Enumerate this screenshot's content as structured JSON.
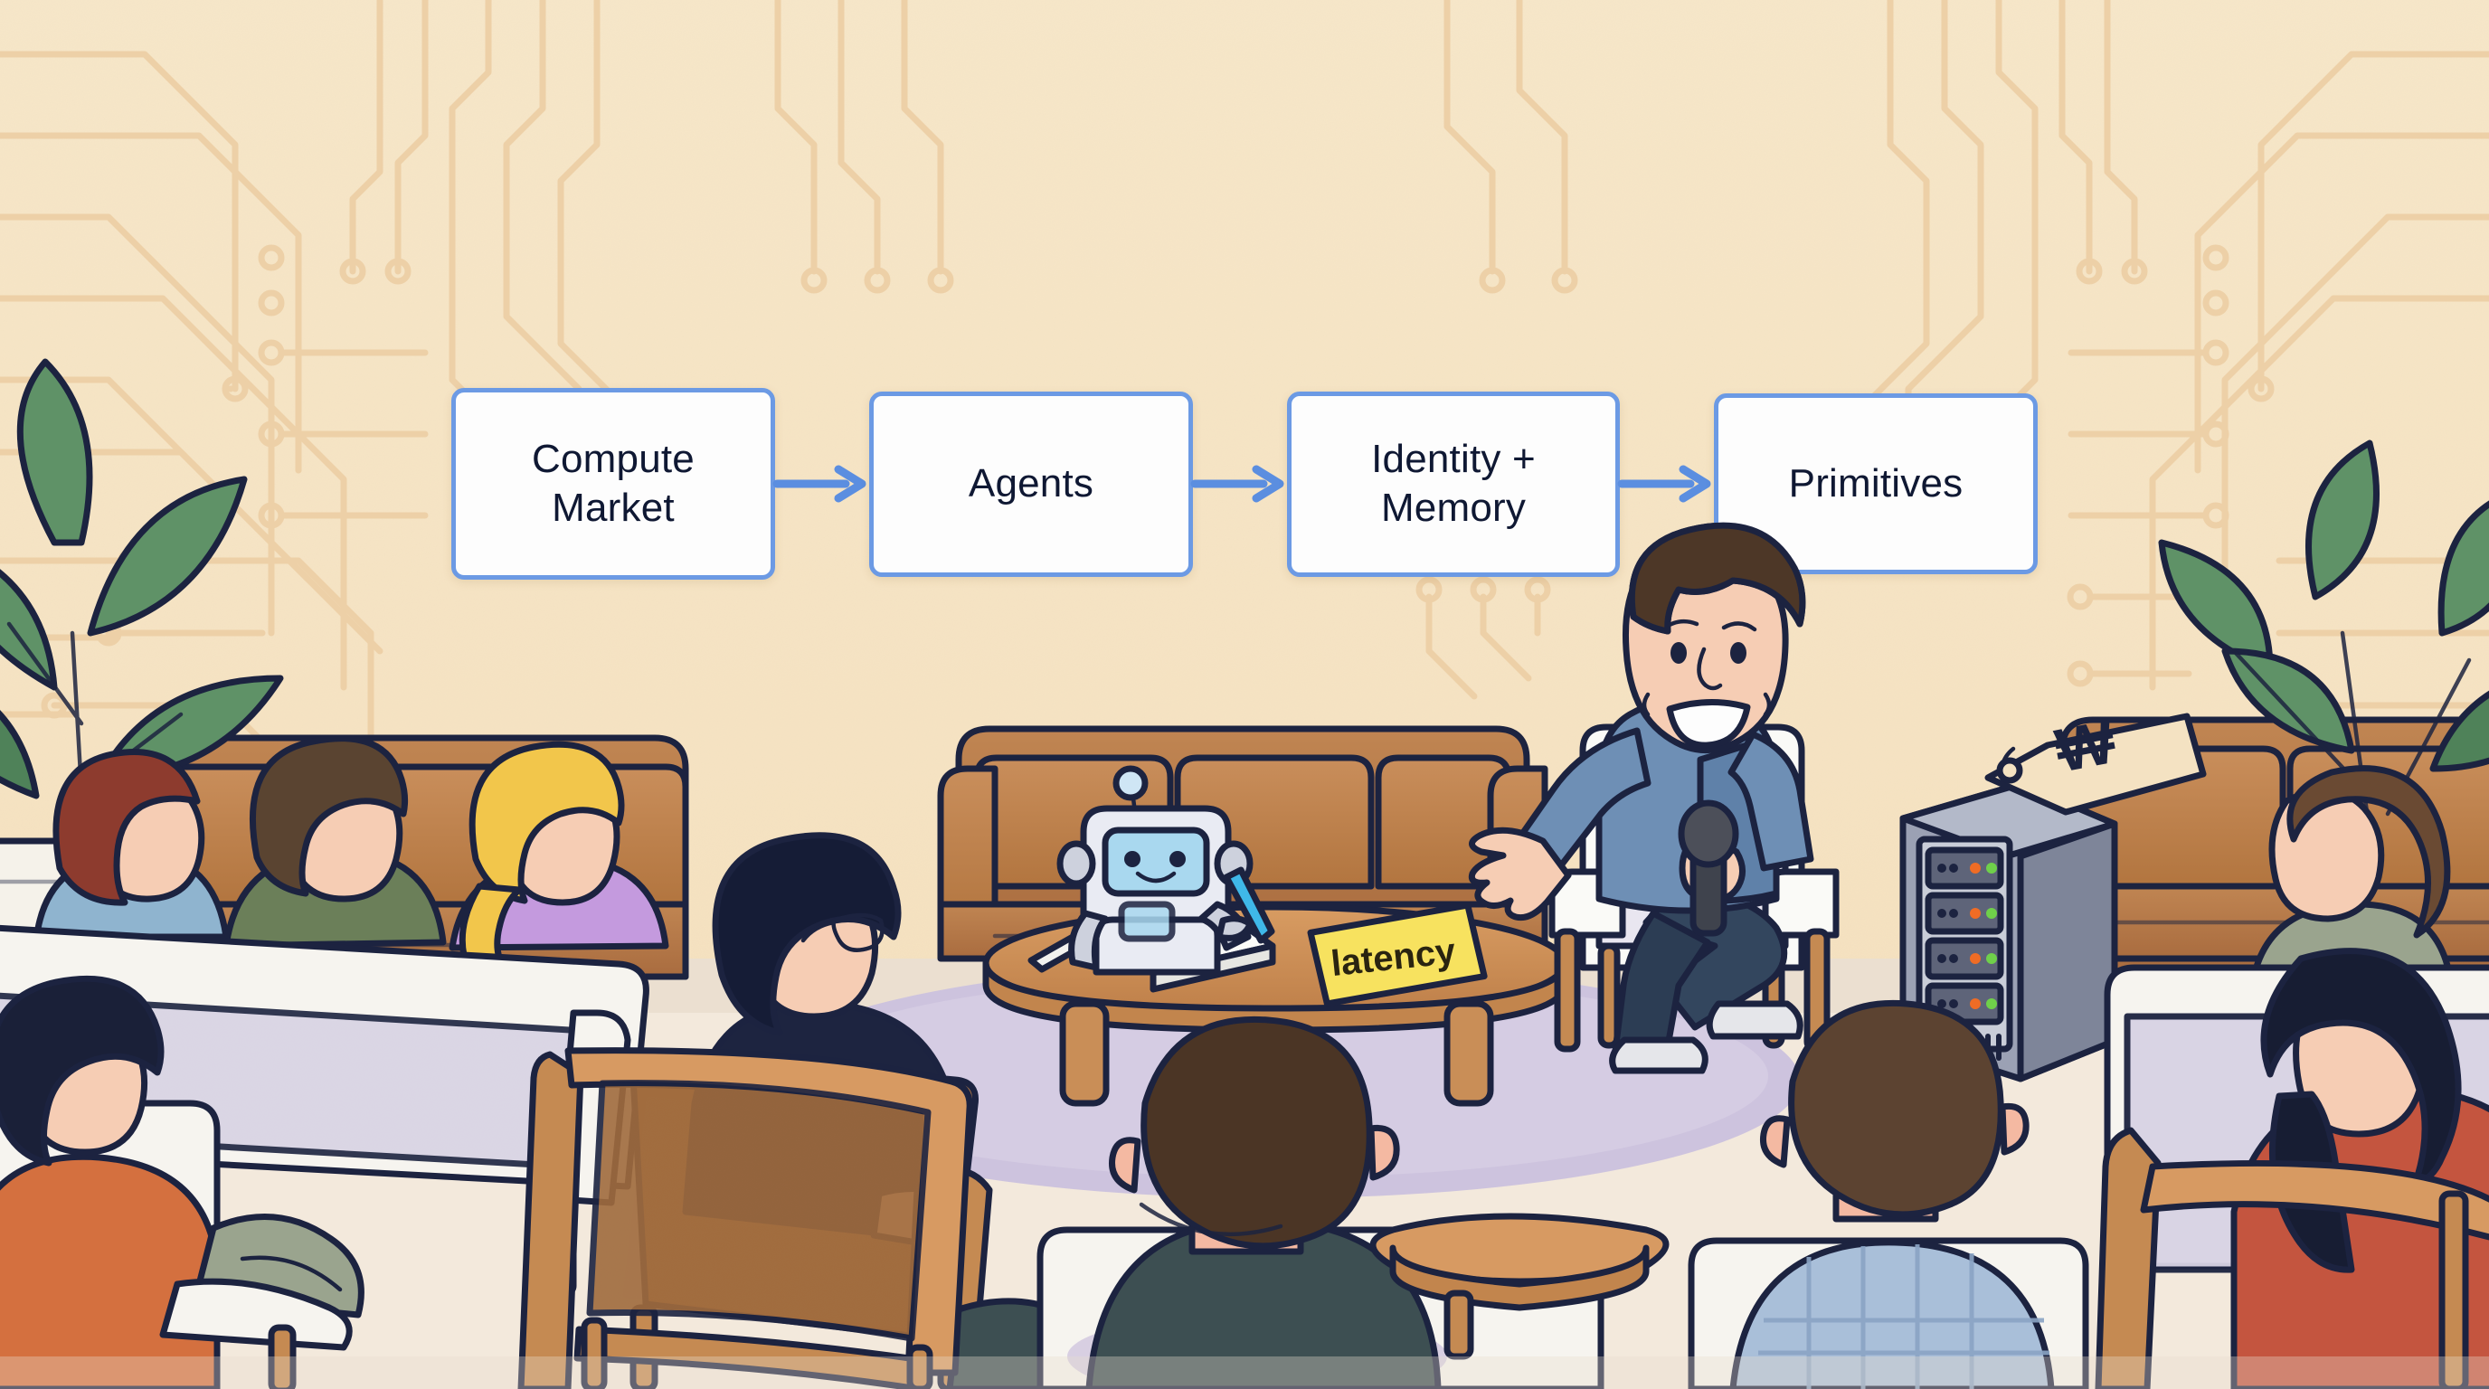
{
  "scene": {
    "title": "Panel discussion illustration",
    "description": "Cartoon illustration of a tech panel: a speaker with a microphone, a robot taking notes, an audience in armchairs and sofas, a server rack with a price tag, and a four-step flow diagram overlay."
  },
  "colors": {
    "background_top": "#faeccd",
    "background_bottom": "#f7dcb4",
    "circuit_trace": "#edcfa4",
    "box_fill": "#fdfdfd",
    "box_border": "#6c9ae4",
    "box_text": "#0f1833",
    "arrow": "#5b8ee0",
    "outline": "#1c2340",
    "sofa_brown": "#b9794a",
    "sofa_brown_light": "#c98d5c",
    "wood": "#c58a52",
    "wood_light": "#d79a62",
    "rug": "#cdc3de",
    "floor": "#f2e8dc",
    "chair_white": "#fafaf7",
    "chair_grey": "#d8d3e4",
    "plant_green": "#5f9267",
    "plant_green_dark": "#4b7c56",
    "sticky_yellow": "#f7e25f",
    "robot_body": "#e8eaf2",
    "robot_screen": "#a9d8ef",
    "server_body": "#8d93a8",
    "server_face": "#5e6479",
    "led_orange": "#ef6c25",
    "led_green": "#6fd04a",
    "speaker_shirt": "#6e8fb5",
    "speaker_pants": "#33465e",
    "mic": "#4c4f59",
    "skin": "#f6cdb4"
  },
  "flow": {
    "boxes": [
      {
        "label": "Compute Market",
        "line1": "Compute",
        "line2": "Market"
      },
      {
        "label": "Agents",
        "line1": "Agents",
        "line2": ""
      },
      {
        "label": "Identity + Memory",
        "line1": "Identity +",
        "line2": "Memory"
      },
      {
        "label": "Primitives",
        "line1": "Primitives",
        "line2": ""
      }
    ],
    "arrow_count": 3,
    "arrow_glyph": "→"
  },
  "props": {
    "sticky_note": {
      "text": "latency",
      "color": "#f7e25f"
    },
    "price_tag": {
      "symbol": "₩"
    },
    "server_rack": {
      "bays": 4,
      "led_states": [
        "orange",
        "green"
      ]
    },
    "notepad": {
      "lines": 4
    },
    "pens": 2
  },
  "people": {
    "speaker": {
      "name": "panel-speaker",
      "pose": "seated, gesturing, holding microphone",
      "shirt_color": "#6e8fb5",
      "pants_color": "#33465e",
      "hair_color": "#4d3727"
    },
    "audience": [
      {
        "name": "audience-red-hair-woman",
        "hair": "#8d3b2e",
        "top": "#8fb4cf"
      },
      {
        "name": "audience-green-shirt-man",
        "hair": "#5a4431",
        "top": "#6b7f59"
      },
      {
        "name": "audience-blonde-woman",
        "hair": "#f2c64b",
        "top": "#c49ade"
      },
      {
        "name": "audience-dark-hair-man-glasses",
        "hair": "#151c36",
        "top": "#1d2440"
      },
      {
        "name": "audience-front-left-man",
        "hair": "#1a2038",
        "top": "#d4703f"
      },
      {
        "name": "audience-front-center-man",
        "hair": "#4b3525",
        "top": "#3d4f52"
      },
      {
        "name": "audience-front-right-person",
        "hair": "#5c4331",
        "top": "#a9bfd9"
      },
      {
        "name": "audience-right-woman",
        "hair": "#6a4a33",
        "top": "#9aa48e"
      },
      {
        "name": "audience-far-right-woman",
        "hair": "#171d33",
        "top": "#c4553f"
      }
    ]
  },
  "robot": {
    "name": "note-taking-robot",
    "face": "smiling",
    "holding": "pen",
    "antenna": true
  },
  "furniture": {
    "sofas": 3,
    "armchairs": 5,
    "coffee_tables": 2,
    "plants": 2,
    "rug": true
  }
}
